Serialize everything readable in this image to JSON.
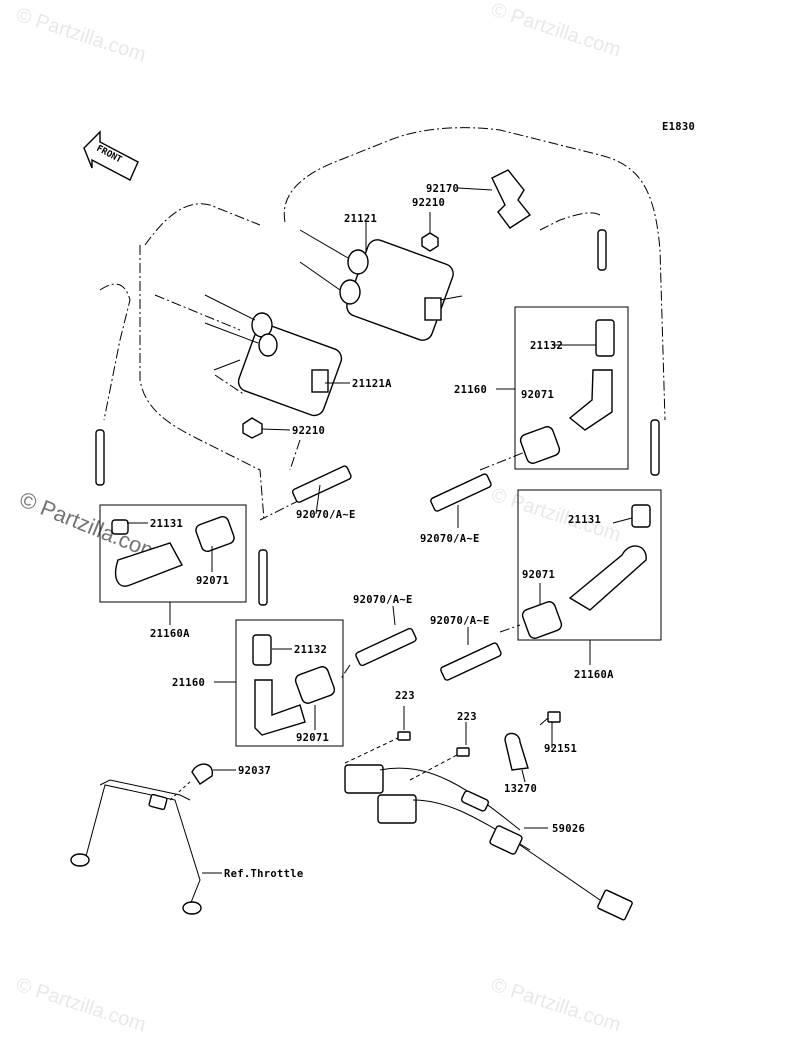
{
  "diagram_code": "E1830",
  "front_label": "FRONT",
  "watermark": "© Partzilla.com",
  "labels": {
    "p92170": "92170",
    "p92210_top": "92210",
    "p21121": "21121",
    "p21121A": "21121A",
    "p92210_mid": "92210",
    "p21132_right": "21132",
    "p21160_right": "21160",
    "p92071_right_top": "92071",
    "p92070_a": "92070/A~E",
    "p92070_b": "92070/A~E",
    "p21131_left": "21131",
    "p92071_left": "92071",
    "p21160A_left": "21160A",
    "p21131_right": "21131",
    "p92071_right_mid": "92071",
    "p21160A_right": "21160A",
    "p92070_c": "92070/A~E",
    "p92070_d": "92070/A~E",
    "p21132_left": "21132",
    "p21160_left": "21160",
    "p92071_bottom": "92071",
    "p223_a": "223",
    "p223_b": "223",
    "p92151": "92151",
    "p13270": "13270",
    "p59026": "59026",
    "p92037": "92037",
    "ref_throttle": "Ref.Throttle"
  }
}
